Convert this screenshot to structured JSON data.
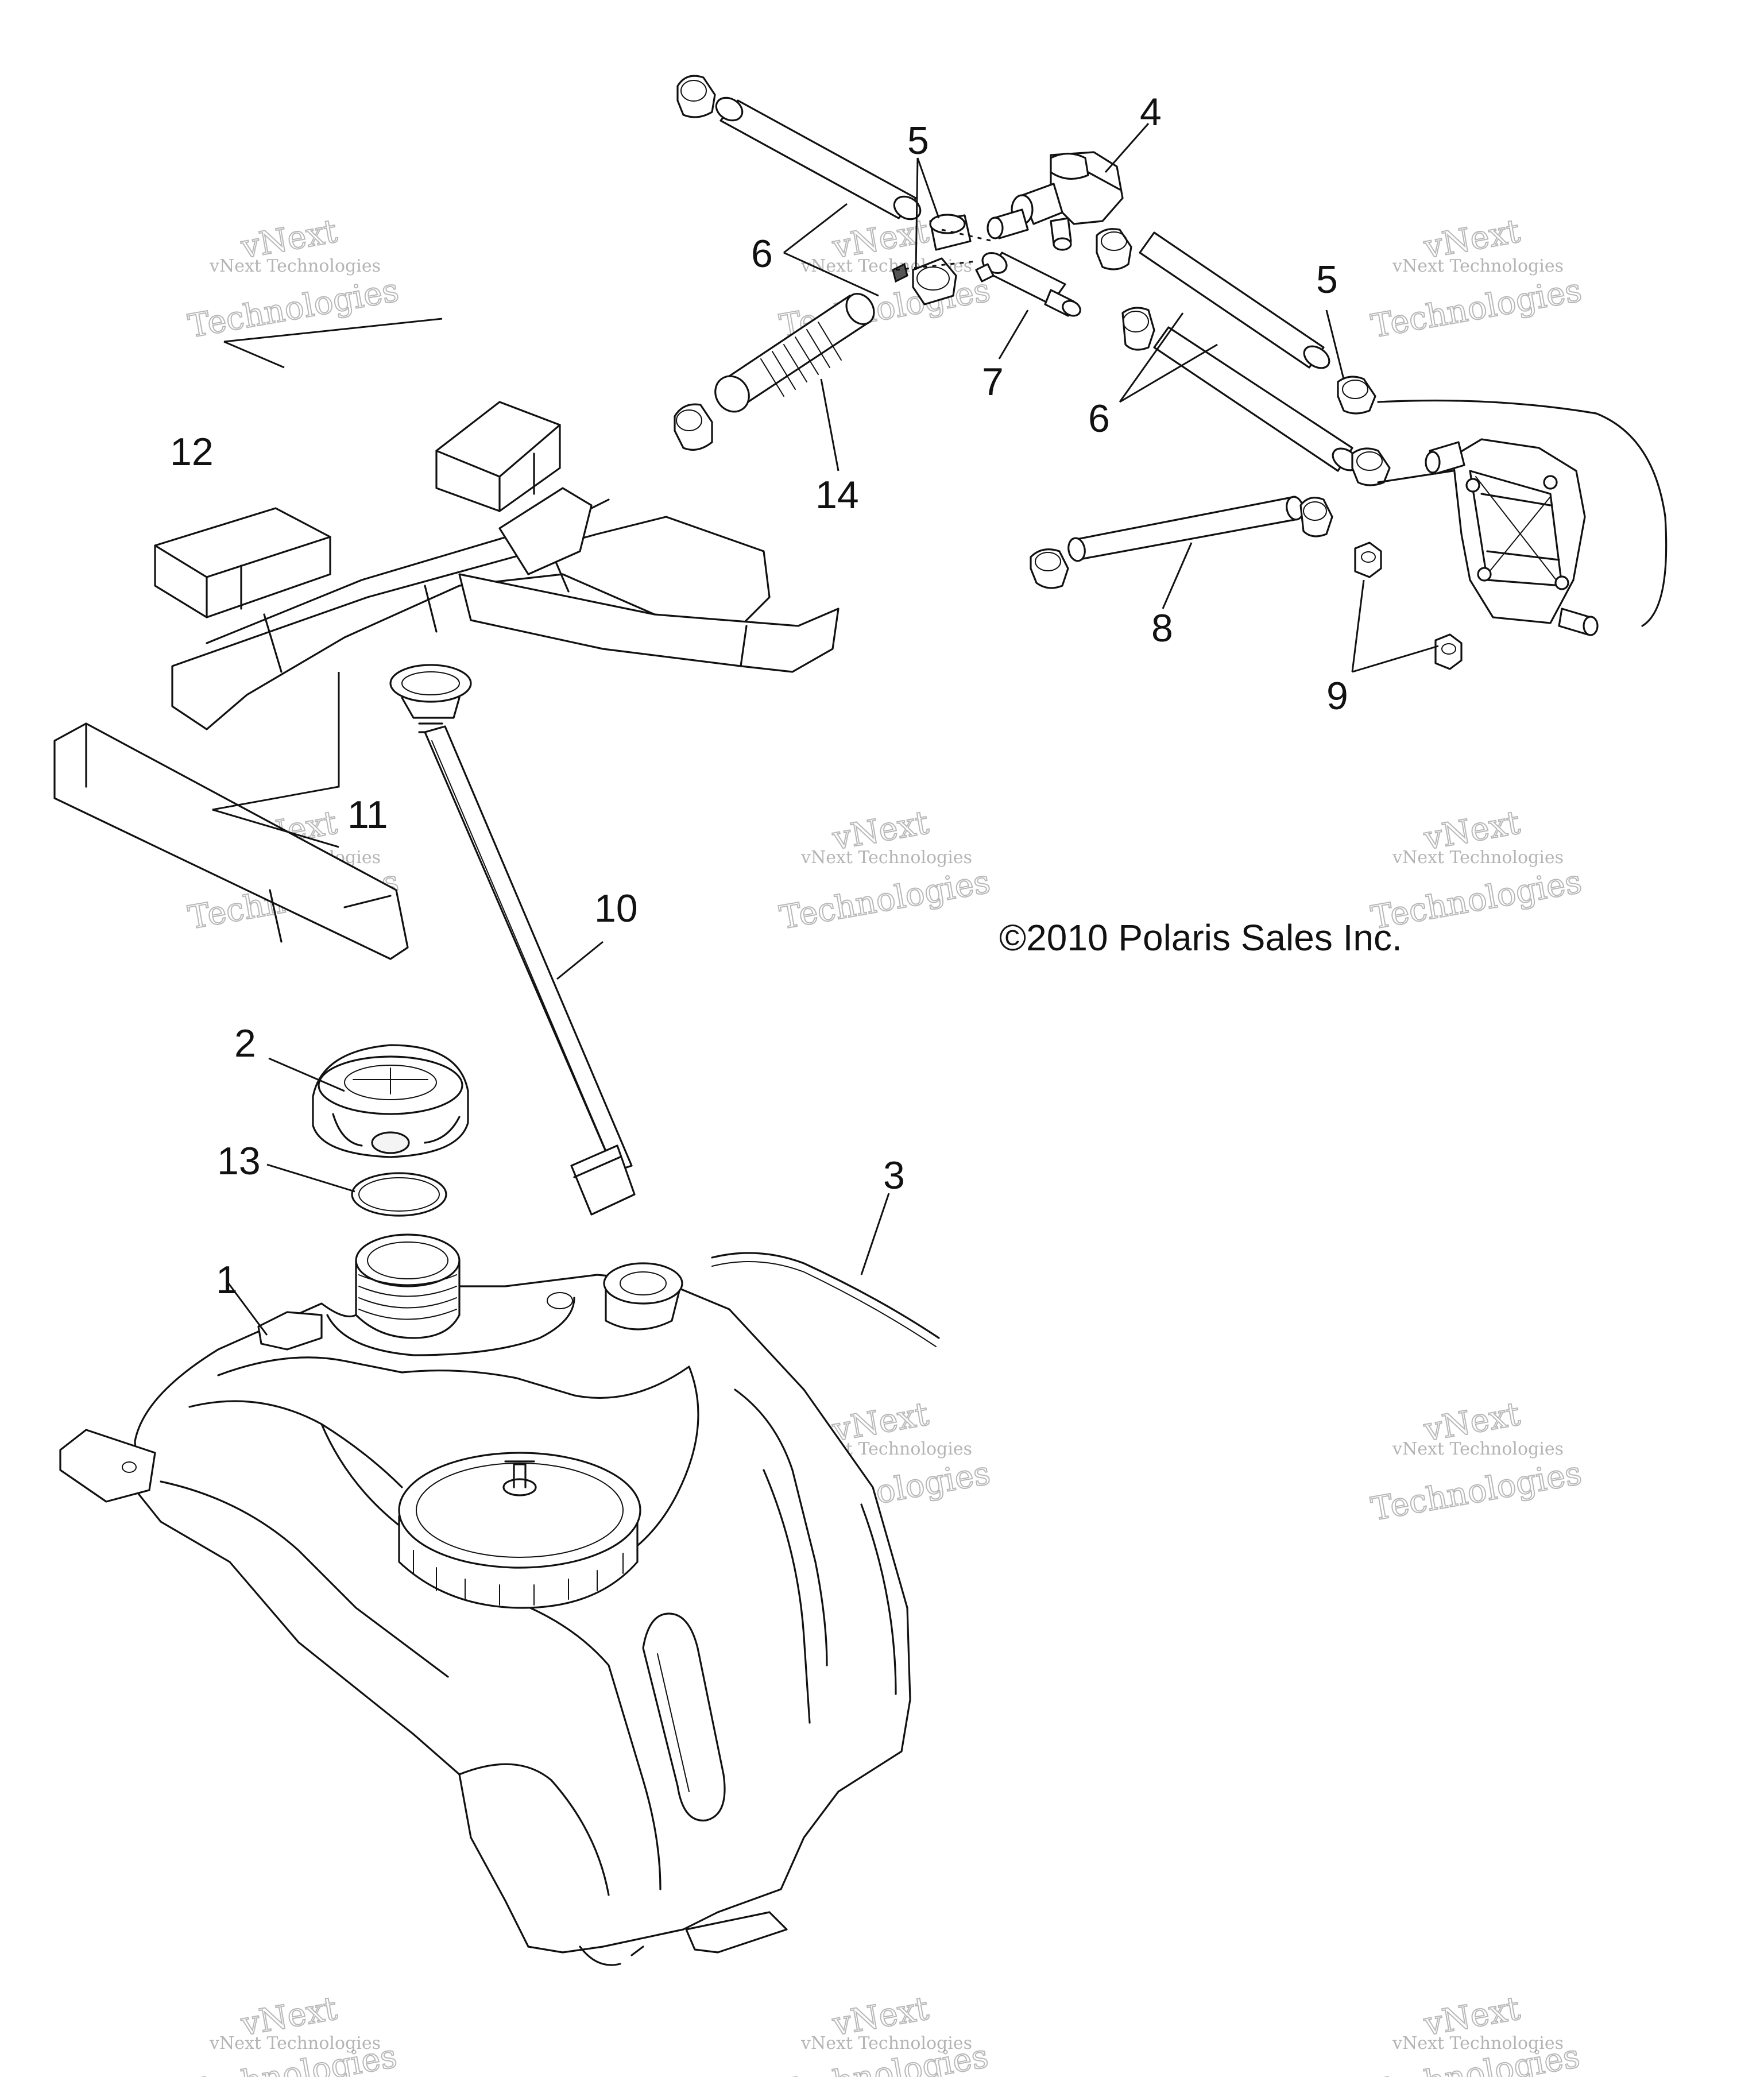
{
  "callouts": {
    "c1": "1",
    "c2": "2",
    "c3": "3",
    "c4": "4",
    "c5a": "5",
    "c5b": "5",
    "c6a": "6",
    "c6b": "6",
    "c7": "7",
    "c8": "8",
    "c9": "9",
    "c10": "10",
    "c11": "11",
    "c12": "12",
    "c13": "13",
    "c14": "14"
  },
  "copyright": "©2010 Polaris Sales Inc.",
  "watermark": {
    "line1": "vNext",
    "line2": "vNext Technologies",
    "line3": "Technologies"
  }
}
